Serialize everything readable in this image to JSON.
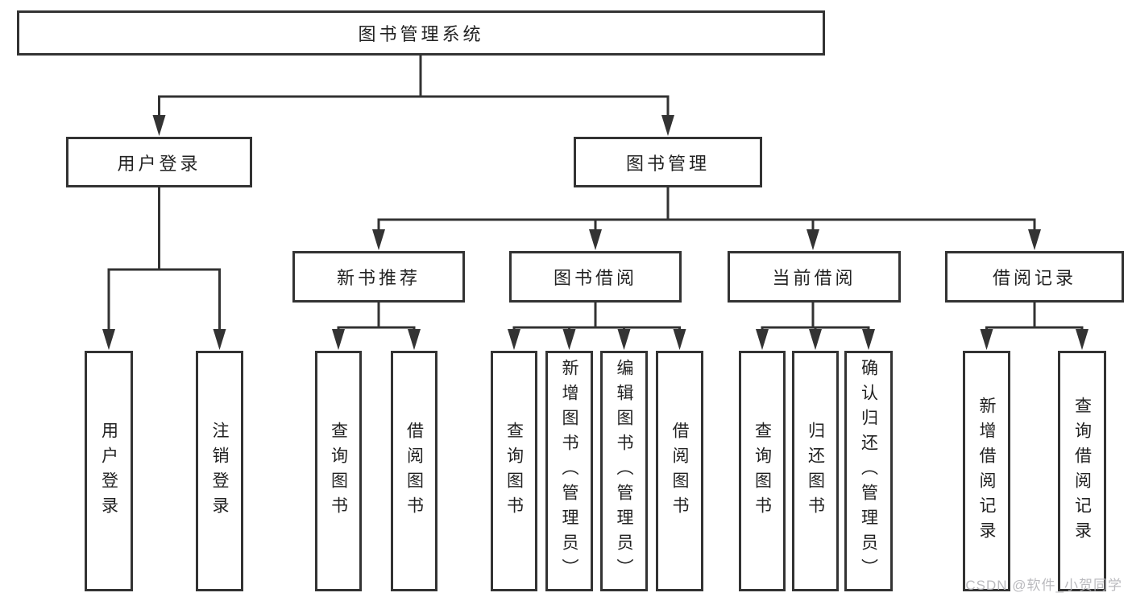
{
  "watermark": "CSDN @软件_小贺同学",
  "colors": {
    "line": "#333333",
    "box_border": "#333333",
    "text": "#222222",
    "watermark": "#b6b6ba",
    "background": "#ffffff"
  },
  "hierarchy": {
    "label": "图书管理系统",
    "children": [
      {
        "label": "用户登录",
        "children": [
          {
            "label": "用户登录"
          },
          {
            "label": "注销登录"
          }
        ]
      },
      {
        "label": "图书管理",
        "children": [
          {
            "label": "新书推荐",
            "children": [
              {
                "label": "查询图书"
              },
              {
                "label": "借阅图书"
              }
            ]
          },
          {
            "label": "图书借阅",
            "children": [
              {
                "label": "查询图书"
              },
              {
                "label": "新增图书（管理员）"
              },
              {
                "label": "编辑图书（管理员）"
              },
              {
                "label": "借阅图书"
              }
            ]
          },
          {
            "label": "当前借阅",
            "children": [
              {
                "label": "查询图书"
              },
              {
                "label": "归还图书"
              },
              {
                "label": "确认归还（管理员）"
              }
            ]
          },
          {
            "label": "借阅记录",
            "children": [
              {
                "label": "新增借阅记录"
              },
              {
                "label": "查询借阅记录"
              }
            ]
          }
        ]
      }
    ]
  }
}
